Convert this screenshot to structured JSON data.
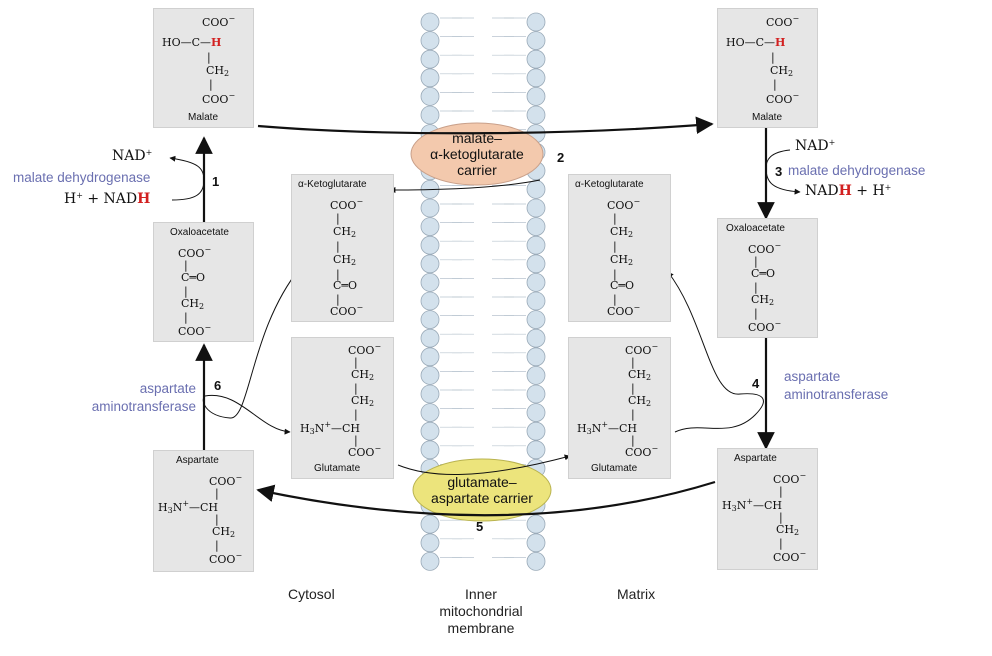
{
  "compartments": {
    "cytosol": "Cytosol",
    "membrane": "Inner\nmitochondrial\nmembrane",
    "matrix": "Matrix"
  },
  "carriers": {
    "malate_akg": {
      "label": "malate–\nα-ketoglutarate\ncarrier",
      "color": "#f3c9ad",
      "number": "2"
    },
    "glu_asp": {
      "label": "glutamate–\naspartate carrier",
      "color": "#ece47c",
      "number": "5"
    }
  },
  "enzymes": {
    "mdh_cyt": {
      "name": "malate dehydrogenase",
      "number": "1"
    },
    "mdh_mat": {
      "name": "malate dehydrogenase",
      "number": "3"
    },
    "ast_cyt": {
      "name": "aspartate\naminotransferase",
      "number": "6"
    },
    "ast_mat": {
      "name": "aspartate\naminotransferase",
      "number": "4"
    }
  },
  "molecules": {
    "malate_cyt": "Malate",
    "malate_mat": "Malate",
    "oaa_cyt": "Oxaloacetate",
    "oaa_mat": "Oxaloacetate",
    "asp_cyt": "Aspartate",
    "asp_mat": "Aspartate",
    "akg_cyt": "α-Ketoglutarate",
    "akg_mat": "α-Ketoglutarate",
    "glu_cyt": "Glutamate",
    "glu_mat": "Glutamate"
  },
  "colors": {
    "enzyme": "#6a6fb0",
    "highlight_H": "#d22020",
    "box": "#e6e6e6",
    "lipid_head": "#d3e1ec"
  }
}
